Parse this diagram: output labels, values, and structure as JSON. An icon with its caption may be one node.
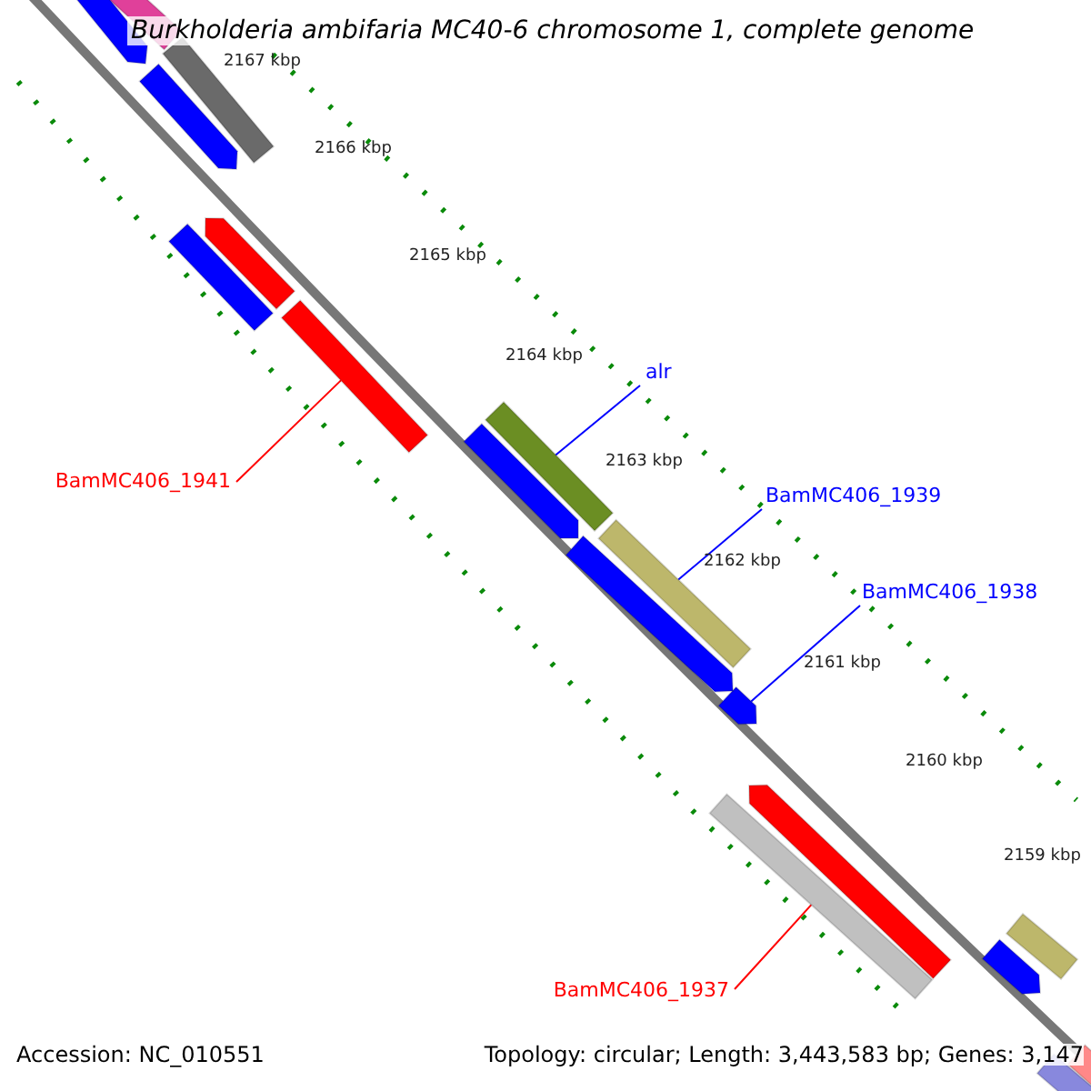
{
  "diagram": {
    "title": "Burkholderia ambifaria MC40-6 chromosome 1, complete genome",
    "nodes": [
      {
        "text": [
          "alr"
        ]
      },
      {
        "text": [],
        "shape": "bar"
      },
      {
        "text": [
          "BamMC406_1939"
        ]
      },
      {
        "text": [],
        "shape": "bar"
      },
      {
        "text": [
          "BamMC406_1938"
        ]
      },
      {
        "text": [],
        "shape": "bar"
      },
      {
        "text": [
          "BamMC406_1941"
        ]
      },
      {
        "text": [],
        "shape": "bar"
      },
      {
        "text": [
          "BamMC406_1937"
        ]
      },
      {
        "text": [],
        "shape": "bar"
      },
      {
        "text": [],
        "shape": "bar"
      },
      {
        "text": [],
        "shape": "bar"
      },
      {
        "text": [],
        "shape": "bar"
      },
      {
        "text": [],
        "shape": "bar"
      },
      {
        "text": [],
        "shape": "bar"
      },
      {
        "text": [],
        "shape": "bar"
      },
      {
        "text": [],
        "shape": "bar"
      },
      {
        "text": [],
        "shape": "bar"
      },
      {
        "text": [],
        "shape": "bar"
      },
      {
        "text": [],
        "shape": "bar"
      },
      {
        "text": [],
        "shape": "bar"
      },
      {
        "text": [],
        "shape": "bar"
      },
      {
        "text": [],
        "shape": "bar"
      }
    ],
    "edges": [
      {
        "from": 0,
        "to": 1,
        "arrow": "none"
      },
      {
        "from": 2,
        "to": 3,
        "arrow": "none"
      },
      {
        "from": 4,
        "to": 5,
        "arrow": "none"
      },
      {
        "from": 6,
        "to": 7,
        "arrow": "none",
        "color": "#ff0000"
      },
      {
        "from": 8,
        "to": 9,
        "arrow": "none",
        "color": "#ff0000"
      }
    ],
    "labels": [
      "2167 kbp",
      "2166 kbp",
      "2165 kbp",
      "2164 kbp",
      "2163 kbp",
      "2162 kbp",
      "2161 kbp",
      "2160 kbp",
      "2159 kbp",
      "Accession: NC_010551",
      "Topology: circular; Length: 3,443,583 bp; Genes: 3,147"
    ]
  }
}
